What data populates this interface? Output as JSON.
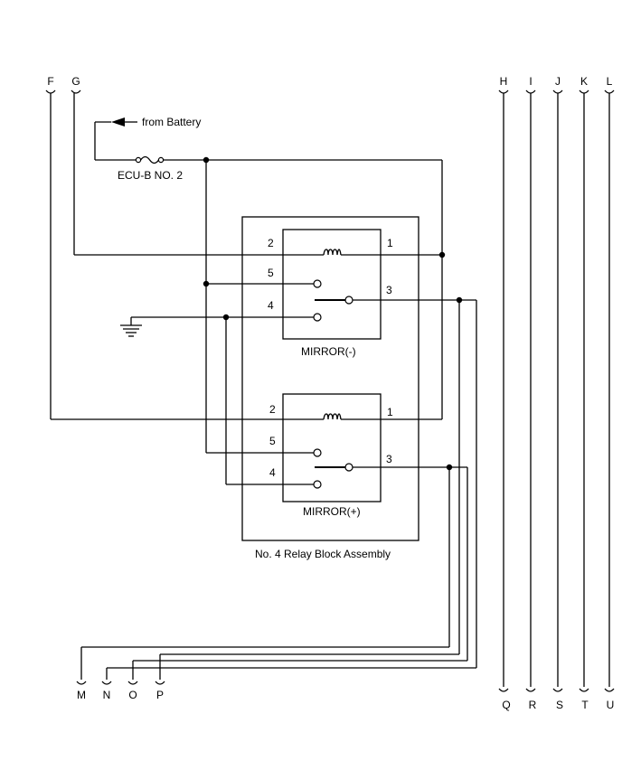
{
  "top_terminals_left": [
    "F",
    "G"
  ],
  "top_terminals_right": [
    "H",
    "I",
    "J",
    "K",
    "L"
  ],
  "bottom_terminals_left": [
    "M",
    "N",
    "O",
    "P"
  ],
  "bottom_terminals_right": [
    "Q",
    "R",
    "S",
    "T",
    "U"
  ],
  "source_label": "from Battery",
  "fuse_label": "ECU-B NO. 2",
  "relay_minus": {
    "name": "MIRROR(-)",
    "pins": {
      "coil_in": "2",
      "coil_out": "1",
      "nc": "5",
      "no": "4",
      "common": "3"
    }
  },
  "relay_plus": {
    "name": "MIRROR(+)",
    "pins": {
      "coil_in": "2",
      "coil_out": "1",
      "nc": "5",
      "no": "4",
      "common": "3"
    }
  },
  "assembly_label": "No. 4 Relay Block Assembly"
}
